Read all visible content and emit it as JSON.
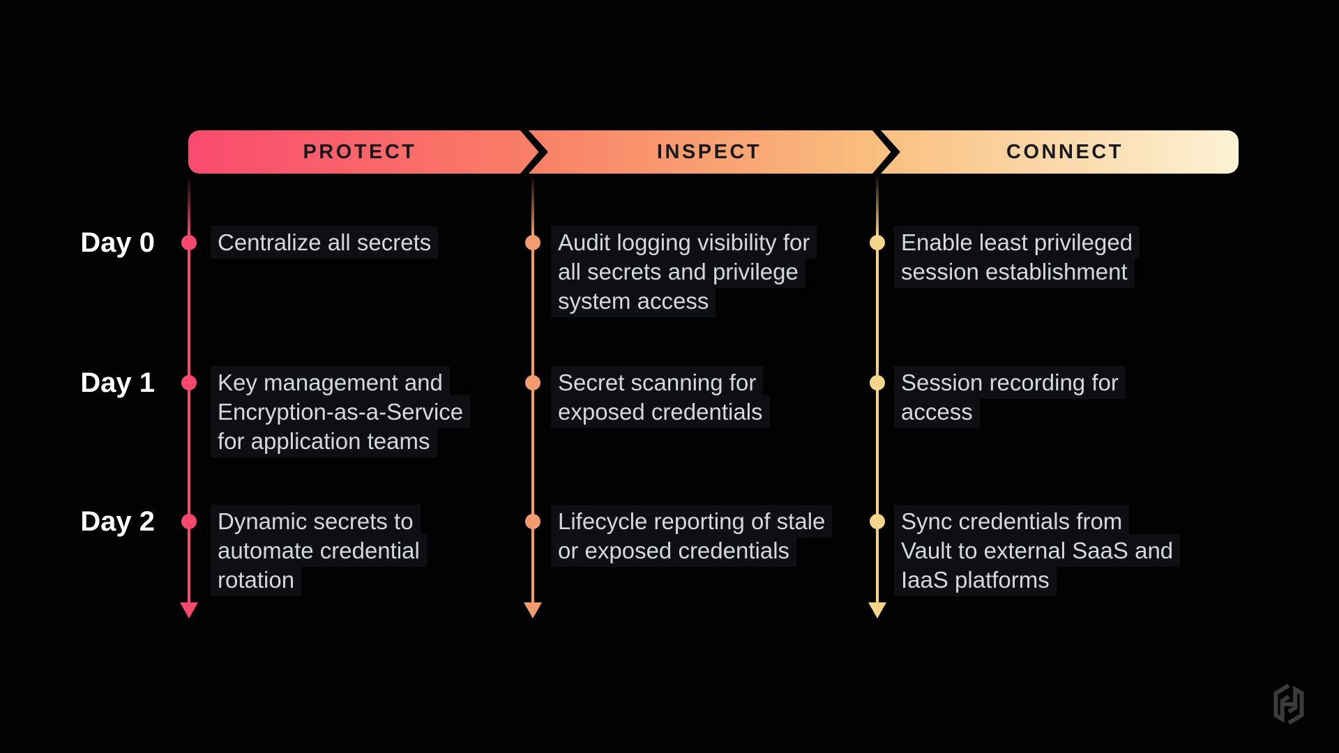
{
  "colors": {
    "bg": "#020203",
    "panel": "#0e0f12",
    "item_text": "#d6d8df",
    "day_text": "#ffffff",
    "banner_text": "#18181f",
    "banner_start": "#fb4a6f",
    "banner_mid1": "#f97e66",
    "banner_mid2": "#f9be7d",
    "banner_end": "#fcf2d4",
    "pink": "#f9486d",
    "salmon": "#f49b6f",
    "gold": "#f6d489",
    "logo": "#3b3b3e"
  },
  "banner": {
    "segments": [
      {
        "label": "PROTECT"
      },
      {
        "label": "INSPECT"
      },
      {
        "label": "CONNECT"
      }
    ]
  },
  "days": [
    {
      "label": "Day 0"
    },
    {
      "label": "Day 1"
    },
    {
      "label": "Day 2"
    }
  ],
  "columns": [
    {
      "name": "protect",
      "color": "#f9486d",
      "items": [
        {
          "text": "Centralize all secrets"
        },
        {
          "text": "Key management and\nEncryption-as-a-Service\nfor application teams"
        },
        {
          "text": "Dynamic secrets to\nautomate credential\nrotation"
        }
      ]
    },
    {
      "name": "inspect",
      "color": "#f49b6f",
      "items": [
        {
          "text": "Audit logging visibility for\nall secrets and privilege\nsystem access"
        },
        {
          "text": "Secret scanning for\nexposed credentials"
        },
        {
          "text": "Lifecycle reporting of stale\nor exposed credentials"
        }
      ]
    },
    {
      "name": "connect",
      "color": "#f6d489",
      "items": [
        {
          "text": "Enable least privileged\nsession establishment"
        },
        {
          "text": "Session recording for\naccess"
        },
        {
          "text": "Sync credentials from\nVault to external SaaS and\nIaaS platforms"
        }
      ]
    }
  ],
  "logo_name": "hashicorp"
}
